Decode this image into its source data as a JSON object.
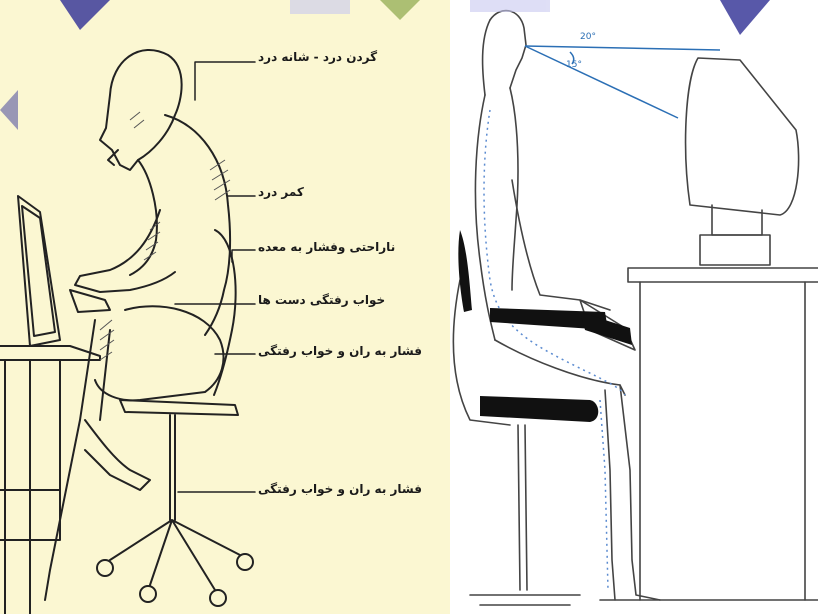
{
  "slide": {
    "colors": {
      "left_background": "#fbf7d2",
      "right_background": "#ffffff",
      "line": "#222222",
      "sightline": "#2b6fb5",
      "banner": "#3a3a9a"
    }
  },
  "left_figure": {
    "labels": {
      "neck_shoulder_pain": "گردن درد - شانه درد",
      "back_pain": "کمر درد",
      "stomach_pressure": "ناراحتی وفشار به معده",
      "hand_numbness": "خواب رفتگی دست ها",
      "thigh_pressure_1": "فشار به ران و خواب رفتگی",
      "thigh_pressure_2": "فشار به ران و خواب رفتگی"
    }
  },
  "right_figure": {
    "angles": {
      "upper": "20°",
      "lower": "15°"
    }
  }
}
